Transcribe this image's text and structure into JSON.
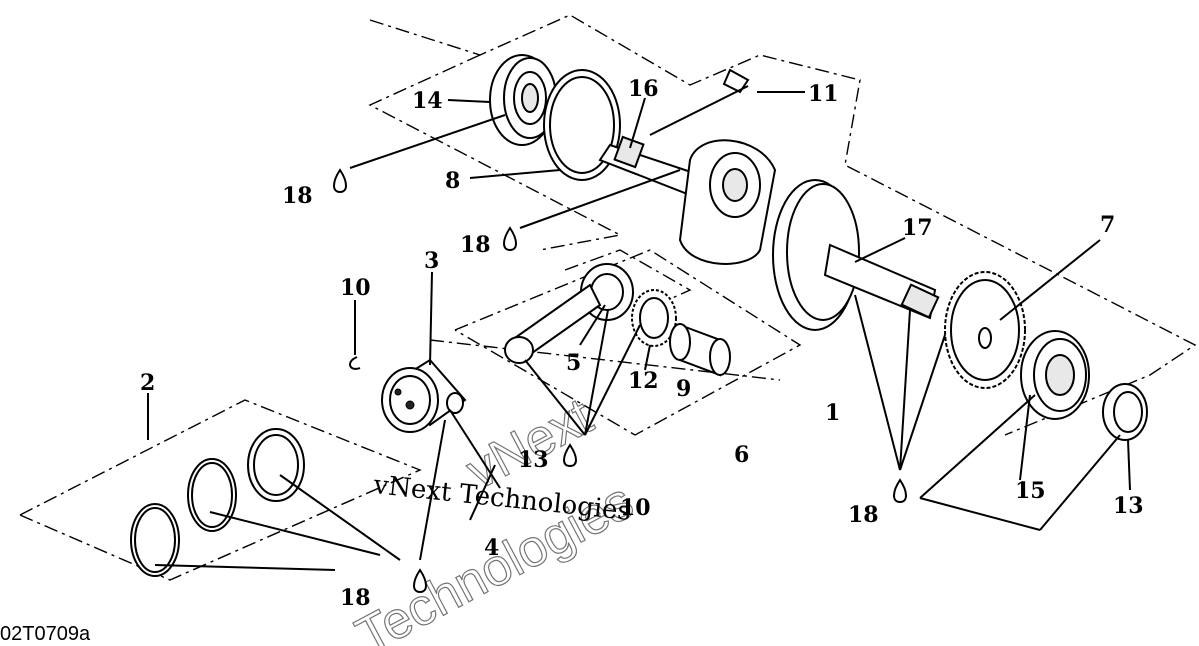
{
  "figure_code": "02T0709a",
  "callouts": [
    "1",
    "2",
    "3",
    "4",
    "5",
    "6",
    "7",
    "8",
    "9",
    "10",
    "10",
    "11",
    "12",
    "13",
    "13",
    "14",
    "15",
    "16",
    "17",
    "18",
    "18",
    "18",
    "18",
    "18"
  ],
  "watermark": {
    "line": "vNext Technologies",
    "big_1": "vNext",
    "big_2": "Technologies"
  }
}
